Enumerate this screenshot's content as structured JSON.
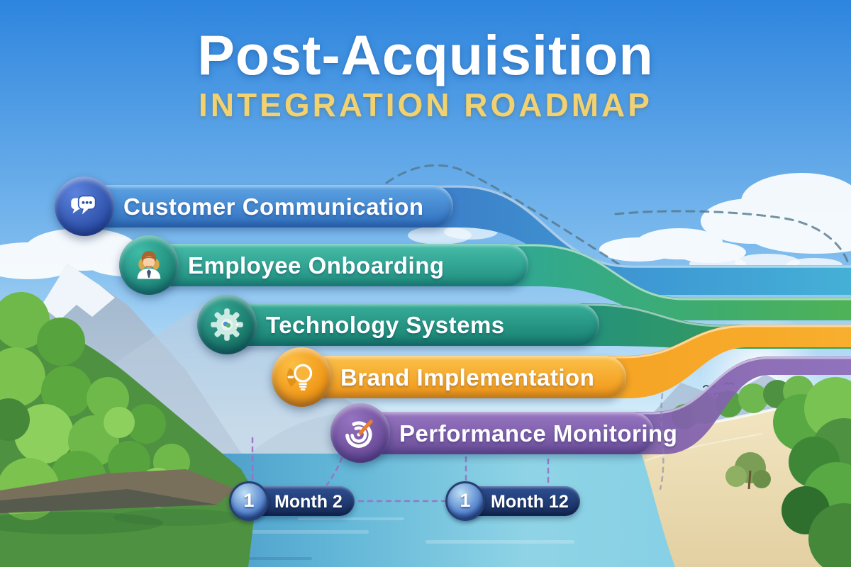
{
  "title": {
    "line1": "Post-Acquisition",
    "line2": "INTEGRATION ROADMAP"
  },
  "banners": [
    {
      "label": "Customer Communication",
      "icon": "chat-bubbles-icon",
      "color": "#2F6FBE"
    },
    {
      "label": "Employee Onboarding",
      "icon": "employee-avatar-icon",
      "color": "#1F8E7E"
    },
    {
      "label": "Technology Systems",
      "icon": "gear-icon",
      "color": "#177E6E"
    },
    {
      "label": "Brand Implementation",
      "icon": "lightbulb-icon",
      "color": "#F09414"
    },
    {
      "label": "Performance Monitoring",
      "icon": "target-gauge-icon",
      "color": "#6A4C98"
    }
  ],
  "milestones": [
    {
      "label": "Month 2",
      "icon_digit": "1"
    },
    {
      "label": "Month 12",
      "icon_digit": "1"
    }
  ]
}
